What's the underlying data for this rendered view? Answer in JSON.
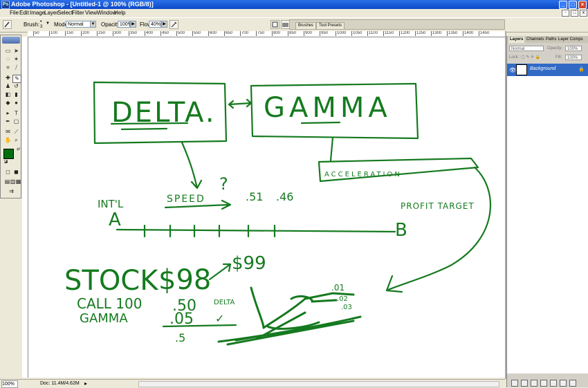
{
  "window": {
    "title": "Adobe Photoshop - [Untitled-1 @ 100% (RGB/8)]",
    "logo": "Ps",
    "controls": [
      "_",
      "□",
      "×"
    ]
  },
  "menu": [
    "File",
    "Edit",
    "Image",
    "Layer",
    "Select",
    "Filter",
    "View",
    "Window",
    "Help"
  ],
  "menu_window_controls": [
    "-",
    "□",
    "x"
  ],
  "options": {
    "brush_label": "Brush:",
    "brush_size": "3",
    "mode_label": "Mode:",
    "mode_value": "Normal",
    "opacity_label": "Opacity:",
    "opacity_value": "100%",
    "flow_label": "Flow:",
    "flow_value": "40%",
    "well_tabs": [
      "Brushes",
      "Tool Presets"
    ]
  },
  "ruler": {
    "ticks": [
      "50",
      "100",
      "150",
      "200",
      "250",
      "300",
      "350",
      "400",
      "450",
      "500",
      "550",
      "600",
      "650",
      "700",
      "750",
      "800",
      "850",
      "900",
      "950",
      "1000",
      "1050",
      "1100",
      "1150",
      "1200",
      "1250",
      "1300",
      "1350",
      "1400",
      "1450"
    ]
  },
  "status": {
    "zoom": "100%",
    "doc": "Doc: 11.4M/4.62M"
  },
  "layers_panel": {
    "tabs": [
      "Layers",
      "Channels",
      "Paths",
      "Layer Comps"
    ],
    "blend_mode": "Normal",
    "opacity_label": "Opacity:",
    "opacity_value": "100%",
    "lock_label": "Lock:",
    "fill_label": "Fill:",
    "fill_value": "100%",
    "layer_name": "Background"
  },
  "sketch": {
    "ink_color": "#157a1f",
    "labels": {
      "delta": "DELTA.",
      "gamma": "GAMMA",
      "acceleration": "ACCELERATION",
      "intl": "INT'L",
      "a": "A",
      "speed": "SPEED",
      "question": "?",
      "fifty_one": ".51",
      "forty_six": ".46",
      "profit_target": "PROFIT TARGET",
      "b": "B",
      "stock": "STOCK",
      "ninety_eight": "$98",
      "ninety_nine": "$99",
      "call": "CALL 100",
      "gamma_small": "GAMMA",
      "fifty": ".50",
      "delta_small": "DELTA",
      "oh_five": ".05",
      "check": "✓",
      "point_five": ".5",
      "oh_one": ".01",
      "oh_two": ".02",
      "oh_three": ".03"
    }
  }
}
